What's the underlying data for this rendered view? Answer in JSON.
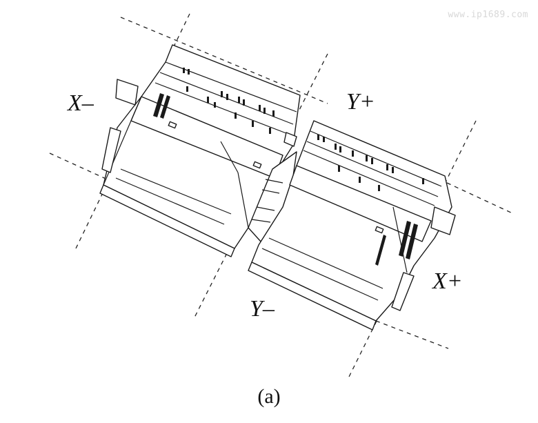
{
  "watermark": "www.ip1689.com",
  "labels": {
    "x_minus": "X–",
    "x_plus": "X+",
    "y_plus": "Y+",
    "y_minus": "Y–"
  },
  "caption": "(a)"
}
